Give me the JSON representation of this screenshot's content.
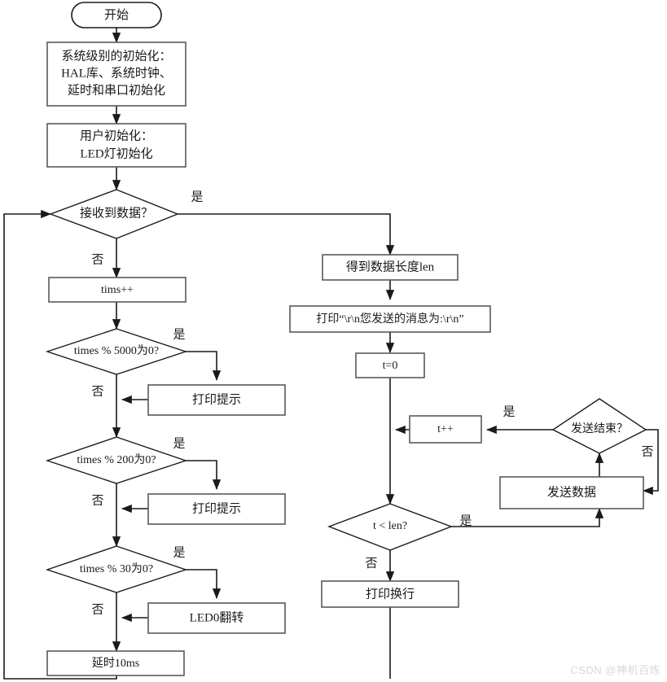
{
  "diagram": {
    "title": "STM32 UART receive/transmit main loop flowchart",
    "colors": {
      "background": "#ffffff",
      "box_stroke": "#595959",
      "diamond_stroke": "#1a1a1a",
      "line": "#1a1a1a",
      "text": "#1a1a1a",
      "watermark": "#d8d8d8"
    },
    "nodes": {
      "start": {
        "label": "开始",
        "shape": "terminator"
      },
      "system_init": {
        "label": "系统级别的初始化：\nHAL库、系统时钟、\n延时和串口初始化",
        "lines": [
          "系统级别的初始化：",
          "HAL库、系统时钟、",
          "延时和串口初始化"
        ],
        "shape": "process"
      },
      "user_init": {
        "label": "用户初始化：\nLED灯初始化",
        "lines": [
          "用户初始化：",
          "LED灯初始化"
        ],
        "shape": "process"
      },
      "recv_check": {
        "label": "接收到数据？",
        "shape": "decision"
      },
      "times_inc": {
        "label": "tims++",
        "shape": "process"
      },
      "mod5000": {
        "label": "times % 5000为0?",
        "shape": "decision"
      },
      "print_hint_1": {
        "label": "打印提示",
        "shape": "process"
      },
      "mod200": {
        "label": "times % 200为0?",
        "shape": "decision"
      },
      "print_hint_2": {
        "label": "打印提示",
        "shape": "process"
      },
      "mod30": {
        "label": "times % 30为0?",
        "shape": "decision"
      },
      "led_toggle": {
        "label": "LED0翻转",
        "shape": "process"
      },
      "delay10ms": {
        "label": "延时10ms",
        "shape": "process"
      },
      "get_len": {
        "label": "得到数据长度len",
        "shape": "process"
      },
      "print_msg": {
        "label": "打印“\\r\\n您发送的消息为:\\r\\n”",
        "shape": "process"
      },
      "t_zero": {
        "label": "t=0",
        "shape": "process"
      },
      "t_inc": {
        "label": "t++",
        "shape": "process"
      },
      "send_done": {
        "label": "发送结束？",
        "shape": "decision"
      },
      "send_data": {
        "label": "发送数据",
        "shape": "process"
      },
      "t_lt_len": {
        "label": "t < len?",
        "shape": "decision"
      },
      "print_newline": {
        "label": "打印换行",
        "shape": "process"
      }
    },
    "edge_labels": {
      "recv_yes": "是",
      "recv_no": "否",
      "mod5000_yes": "是",
      "mod5000_no": "否",
      "mod200_yes": "是",
      "mod200_no": "否",
      "mod30_yes": "是",
      "mod30_no": "否",
      "send_done_yes": "是",
      "send_done_no": "否",
      "t_lt_len_yes": "是",
      "t_lt_len_no": "否"
    },
    "watermark": "CSDN @神机百炼"
  }
}
